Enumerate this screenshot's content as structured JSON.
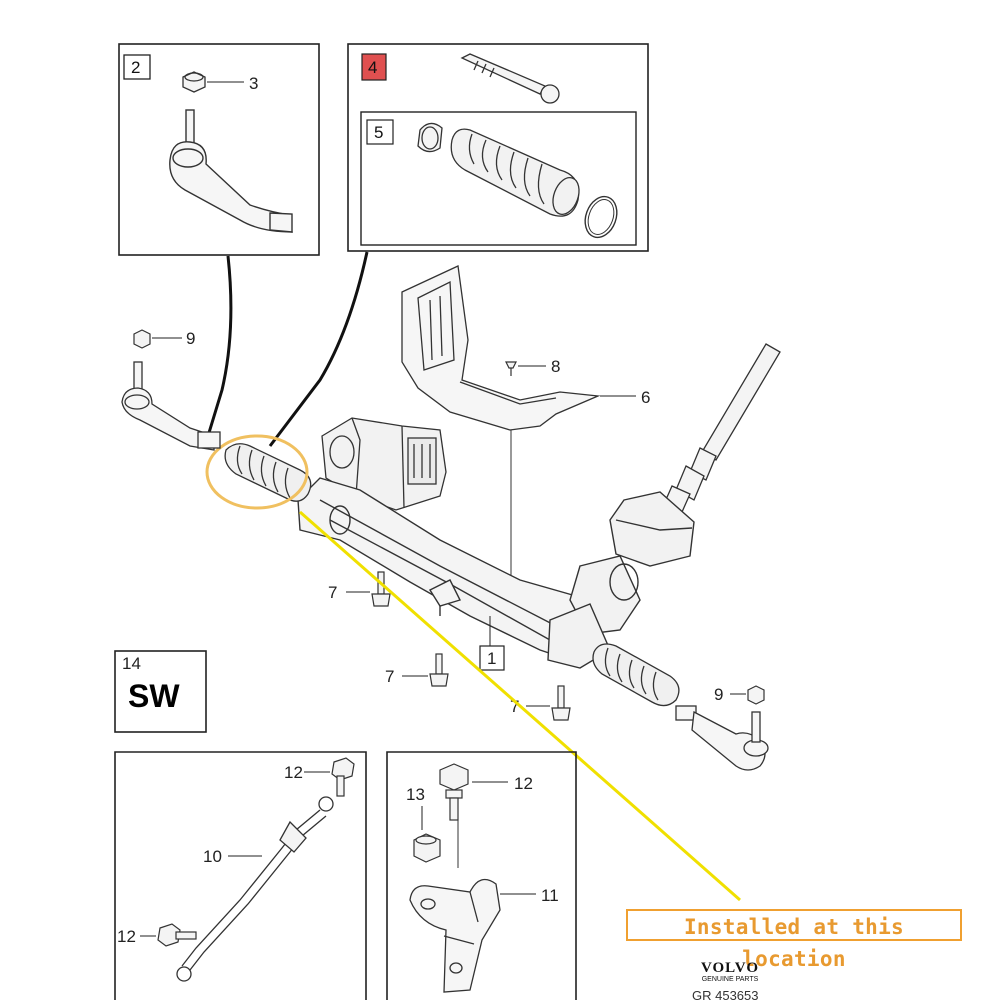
{
  "boxes": {
    "box2": "2",
    "box4": "4",
    "box5": "5",
    "box14": "14",
    "sw": "SW"
  },
  "callouts": {
    "c3": "3",
    "c9a": "9",
    "c8": "8",
    "c6": "6",
    "c7a": "7",
    "c7b": "7",
    "c7c": "7",
    "c1": "1",
    "c9b": "9",
    "c12a": "12",
    "c10": "10",
    "c12b": "12",
    "c12c": "12",
    "c13": "13",
    "c11": "11"
  },
  "annotation": {
    "label": "Installed at this location",
    "highlight_color": "#f0c060",
    "pointer_color": "#f0e000"
  },
  "brand": {
    "name": "VOLVO",
    "subtitle": "GENUINE PARTS",
    "reference": "GR 453653"
  },
  "colors": {
    "line": "#222222",
    "box4_fill": "#e05050"
  }
}
